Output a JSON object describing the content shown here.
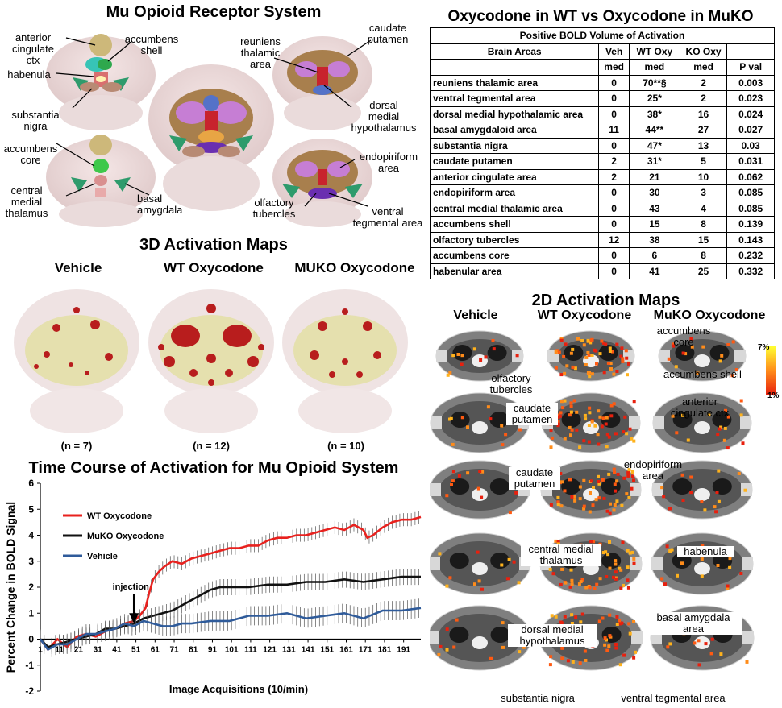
{
  "titles": {
    "mu_system": "Mu Opioid Receptor System",
    "table_title": "Oxycodone in WT vs Oxycodone in MuKO",
    "maps3d": "3D Activation Maps",
    "timecourse": "Time Course of Activation for Mu Opioid System",
    "maps2d": "2D Activation Maps"
  },
  "anatomy_labels": {
    "anterior_cingulate": [
      "anterior",
      "cingulate",
      "ctx"
    ],
    "accumbens_shell": [
      "accumbens",
      "shell"
    ],
    "habenula": "habenula",
    "substantia_nigra": [
      "substantia",
      "nigra"
    ],
    "accumbens_core": [
      "accumbens",
      "core"
    ],
    "central_medial": [
      "central",
      "medial",
      "thalamus"
    ],
    "basal_amygdala": [
      "basal",
      "amygdala"
    ],
    "reuniens": [
      "reuniens",
      "thalamic",
      "area"
    ],
    "caudate": [
      "caudate",
      "putamen"
    ],
    "dorsal_medial": [
      "dorsal",
      "medial",
      "hypothalamus"
    ],
    "endopiriform": [
      "endopiriform",
      "area"
    ],
    "olfactory": [
      "olfactory",
      "tubercles"
    ],
    "ventral_tegmental": [
      "ventral",
      "tegmental area"
    ]
  },
  "maps3d": {
    "columns": [
      "Vehicle",
      "WT Oxycodone",
      "MUKO Oxycodone"
    ],
    "n": [
      "(n = 7)",
      "(n = 12)",
      "(n = 10)"
    ]
  },
  "table": {
    "caption": "Positive BOLD Volume of Activation",
    "headers": [
      "Brain Areas",
      "Veh",
      "WT Oxy",
      "KO Oxy",
      ""
    ],
    "subheaders": [
      "",
      "med",
      "med",
      "med",
      "P val"
    ],
    "rows": [
      [
        "reuniens thalamic area",
        "0",
        "70**§",
        "2",
        "0.003"
      ],
      [
        "ventral tegmental area",
        "0",
        "25*",
        "2",
        "0.023"
      ],
      [
        "dorsal medial hypothalamic area",
        "0",
        "38*",
        "16",
        "0.024"
      ],
      [
        "basal amygdaloid area",
        "11",
        "44**",
        "27",
        "0.027"
      ],
      [
        "substantia nigra",
        "0",
        "47*",
        "13",
        "0.03"
      ],
      [
        "caudate putamen",
        "2",
        "31*",
        "5",
        "0.031"
      ],
      [
        "anterior cingulate area",
        "2",
        "21",
        "10",
        "0.062"
      ],
      [
        "endopiriform area",
        "0",
        "30",
        "3",
        "0.085"
      ],
      [
        "central medial thalamic area",
        "0",
        "43",
        "4",
        "0.085"
      ],
      [
        "accumbens shell",
        "0",
        "15",
        "8",
        "0.139"
      ],
      [
        "olfactory tubercles",
        "12",
        "38",
        "15",
        "0.143"
      ],
      [
        "accumbens core",
        "0",
        "6",
        "8",
        "0.232"
      ],
      [
        "habenular area",
        "0",
        "41",
        "25",
        "0.332"
      ]
    ]
  },
  "maps2d": {
    "columns": [
      "Vehicle",
      "WT Oxycodone",
      "MuKO Oxycodone"
    ],
    "scale_max": "7%",
    "scale_min": "1%",
    "labels": {
      "accumbens_core": [
        "accumbens",
        "core"
      ],
      "accumbens_shell": "accumbens shell",
      "olfactory": [
        "olfactory",
        "tubercles"
      ],
      "caudate1": [
        "caudate",
        "putamen"
      ],
      "anterior_cing": [
        "anterior",
        "cingulate ctx"
      ],
      "endopiriform": [
        "endopiriform",
        "area"
      ],
      "caudate2": [
        "caudate",
        "putamen"
      ],
      "central_medial": [
        "central medial",
        "thalamus"
      ],
      "habenula": "habenula",
      "dorsal_medial": [
        "dorsal medial",
        "hypothalamus"
      ],
      "basal_amygdala": [
        "basal amygdala",
        "area"
      ],
      "substantia": "substantia nigra",
      "vta": "ventral tegmental area"
    }
  },
  "chart_data": {
    "type": "line",
    "title": "Time Course of Activation for Mu Opioid System",
    "xlabel": "Image Acquisitions (10/min)",
    "ylabel": "Percent Change in BOLD Signal",
    "xlim": [
      1,
      200
    ],
    "ylim": [
      -2,
      6
    ],
    "x_ticks": [
      1,
      11,
      21,
      31,
      41,
      51,
      61,
      71,
      81,
      91,
      101,
      111,
      121,
      131,
      141,
      151,
      161,
      171,
      181,
      191
    ],
    "y_ticks": [
      -2,
      -1,
      0,
      1,
      2,
      3,
      4,
      5,
      6
    ],
    "annotation": {
      "text": "injection",
      "x": 50
    },
    "legend_position": "top-left",
    "grid": false,
    "series": [
      {
        "name": "WT Oxycodone",
        "color": "#e8211e",
        "x": [
          1,
          5,
          10,
          15,
          20,
          25,
          30,
          35,
          40,
          45,
          50,
          53,
          56,
          58,
          60,
          63,
          66,
          70,
          75,
          80,
          85,
          90,
          95,
          100,
          105,
          110,
          115,
          120,
          125,
          130,
          135,
          140,
          145,
          150,
          155,
          160,
          165,
          170,
          172,
          175,
          180,
          185,
          190,
          195,
          200
        ],
        "y": [
          0,
          -0.4,
          0,
          -0.3,
          0.1,
          0.2,
          0.1,
          0.3,
          0.4,
          0.6,
          0.7,
          0.9,
          1.2,
          1.8,
          2.3,
          2.6,
          2.8,
          3.0,
          2.9,
          3.1,
          3.2,
          3.3,
          3.4,
          3.5,
          3.5,
          3.6,
          3.6,
          3.8,
          3.9,
          3.9,
          4.0,
          4.0,
          4.1,
          4.2,
          4.3,
          4.2,
          4.4,
          4.2,
          3.9,
          4.0,
          4.3,
          4.5,
          4.6,
          4.6,
          4.7
        ]
      },
      {
        "name": "MuKO Oxycodone",
        "color": "#111111",
        "x": [
          1,
          5,
          10,
          15,
          20,
          25,
          30,
          35,
          40,
          45,
          50,
          55,
          60,
          65,
          70,
          75,
          80,
          85,
          90,
          95,
          100,
          110,
          120,
          130,
          140,
          150,
          160,
          170,
          180,
          190,
          200
        ],
        "y": [
          0,
          -0.3,
          -0.2,
          -0.1,
          0,
          0.1,
          0.2,
          0.4,
          0.4,
          0.5,
          0.6,
          0.8,
          0.9,
          1.0,
          1.1,
          1.3,
          1.5,
          1.7,
          1.9,
          2.0,
          2.0,
          2.0,
          2.1,
          2.1,
          2.2,
          2.2,
          2.3,
          2.2,
          2.3,
          2.4,
          2.4
        ]
      },
      {
        "name": "Vehicle",
        "color": "#2f5b9a",
        "x": [
          1,
          5,
          10,
          15,
          20,
          25,
          30,
          35,
          40,
          45,
          50,
          55,
          60,
          65,
          70,
          75,
          80,
          90,
          100,
          110,
          120,
          130,
          140,
          150,
          160,
          170,
          180,
          190,
          200
        ],
        "y": [
          0,
          -0.4,
          -0.2,
          -0.2,
          0,
          0.2,
          0.2,
          0.3,
          0.4,
          0.6,
          0.5,
          0.7,
          0.6,
          0.5,
          0.5,
          0.6,
          0.6,
          0.7,
          0.7,
          0.9,
          0.9,
          1.0,
          0.8,
          0.9,
          1.0,
          0.8,
          1.1,
          1.1,
          1.2
        ]
      }
    ]
  }
}
